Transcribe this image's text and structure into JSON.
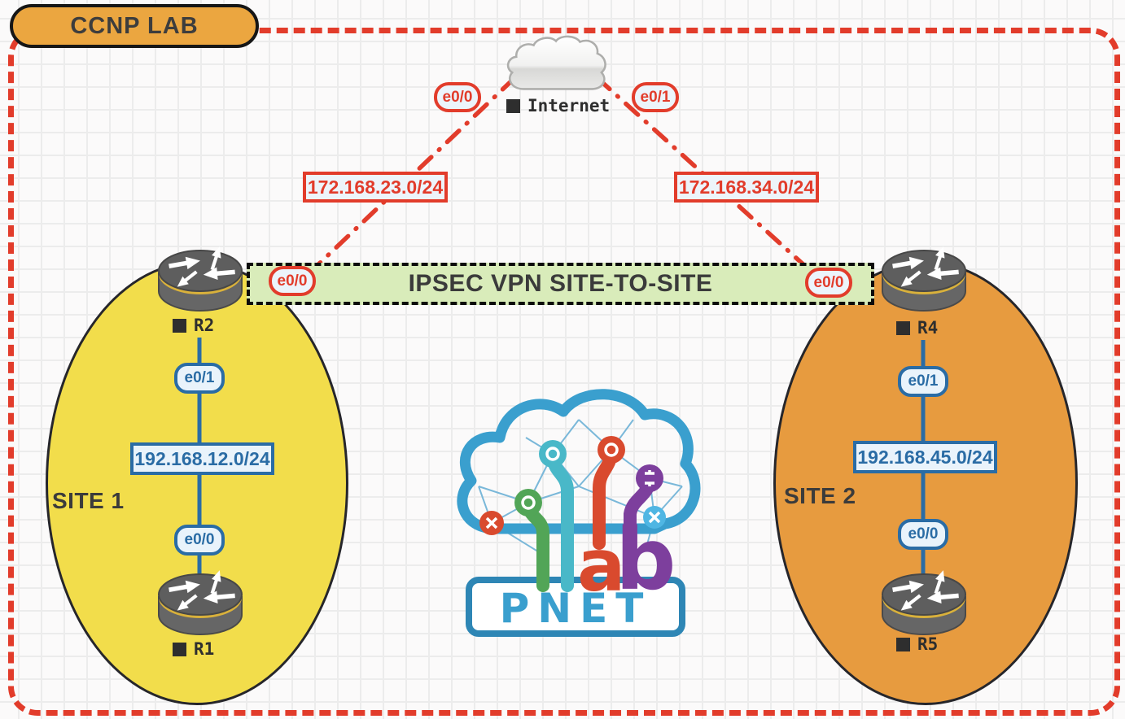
{
  "title": "CCNP LAB",
  "internet": {
    "label": "Internet",
    "left_if": "e0/0",
    "right_if": "e0/1"
  },
  "wan": {
    "left_network": "172.168.23.0/24",
    "right_network": "172.168.34.0/24"
  },
  "vpn_band": {
    "label": "IPSEC VPN SITE-TO-SITE",
    "left_if": "e0/0",
    "right_if": "e0/0"
  },
  "site1": {
    "name": "SITE 1",
    "top_router": "R2",
    "bottom_router": "R1",
    "top_if": "e0/1",
    "network": "192.168.12.0/24",
    "bottom_if": "e0/0"
  },
  "site2": {
    "name": "SITE 2",
    "top_router": "R4",
    "bottom_router": "R5",
    "top_if": "e0/1",
    "network": "192.168.45.0/24",
    "bottom_if": "e0/0"
  },
  "logo": {
    "letter_a": "a",
    "letter_b": "b",
    "wordmark": "PNET"
  },
  "colors": {
    "accent_red": "#e23c2b",
    "accent_blue": "#2a6ca5",
    "site1_yellow": "#f2dd4b",
    "site2_orange": "#e79b3f",
    "band_green": "#d9ecba",
    "badge_orange": "#eba640",
    "logo_blue": "#3a9fce"
  }
}
